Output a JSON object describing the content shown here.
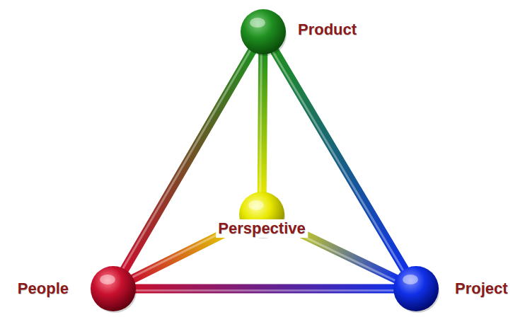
{
  "diagram": {
    "nodes": [
      {
        "text": [
          "Product"
        ]
      },
      {
        "text": [
          "Perspective"
        ]
      },
      {
        "text": [
          "People"
        ]
      },
      {
        "text": [
          "Project"
        ]
      }
    ],
    "edges": [
      {
        "from": 0,
        "to": 2,
        "arrow": "none"
      },
      {
        "from": 0,
        "to": 3,
        "arrow": "none"
      },
      {
        "from": 0,
        "to": 1,
        "arrow": "none"
      },
      {
        "from": 1,
        "to": 2,
        "arrow": "none"
      },
      {
        "from": 1,
        "to": 3,
        "arrow": "none"
      },
      {
        "from": 2,
        "to": 3,
        "arrow": "none"
      }
    ]
  }
}
